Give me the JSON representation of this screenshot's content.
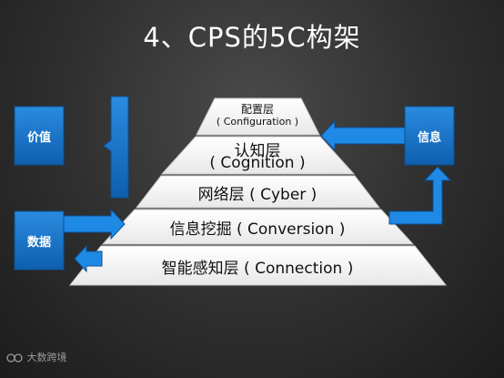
{
  "title": "4、CPS的5C构架",
  "layers": [
    {
      "name": "配置层",
      "sub": "( Configuration )"
    },
    {
      "name": "认知层",
      "sub": "( Cognition )"
    },
    {
      "name": "网络层 ( Cyber )"
    },
    {
      "name": "信息挖掘 ( Conversion )"
    },
    {
      "name": "智能感知层 ( Connection )"
    }
  ],
  "side_boxes": {
    "value": "价值",
    "data": "数据",
    "info": "信息"
  },
  "watermark": "大数跨境",
  "colors": {
    "box_blue": "#1473c9",
    "arrow_blue": "#1f8ae6",
    "layer_fill": "#f4f4f4"
  }
}
